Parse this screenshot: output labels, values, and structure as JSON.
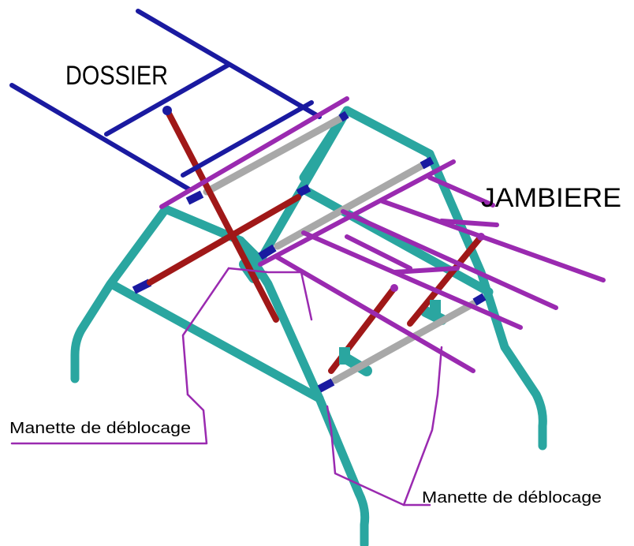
{
  "labels": {
    "dossier": "DOSSIER",
    "jambiere": "JAMBIERE",
    "manette_left": "Manette de déblocage",
    "manette_right": "Manette de déblocage"
  },
  "colors": {
    "frame": "#2aa6a0",
    "dossier": "#1a1aa0",
    "jambiere": "#9a2ab0",
    "strut": "#a01818",
    "crossbar": "#a8a8a8",
    "leader": "#9a2ab0"
  }
}
